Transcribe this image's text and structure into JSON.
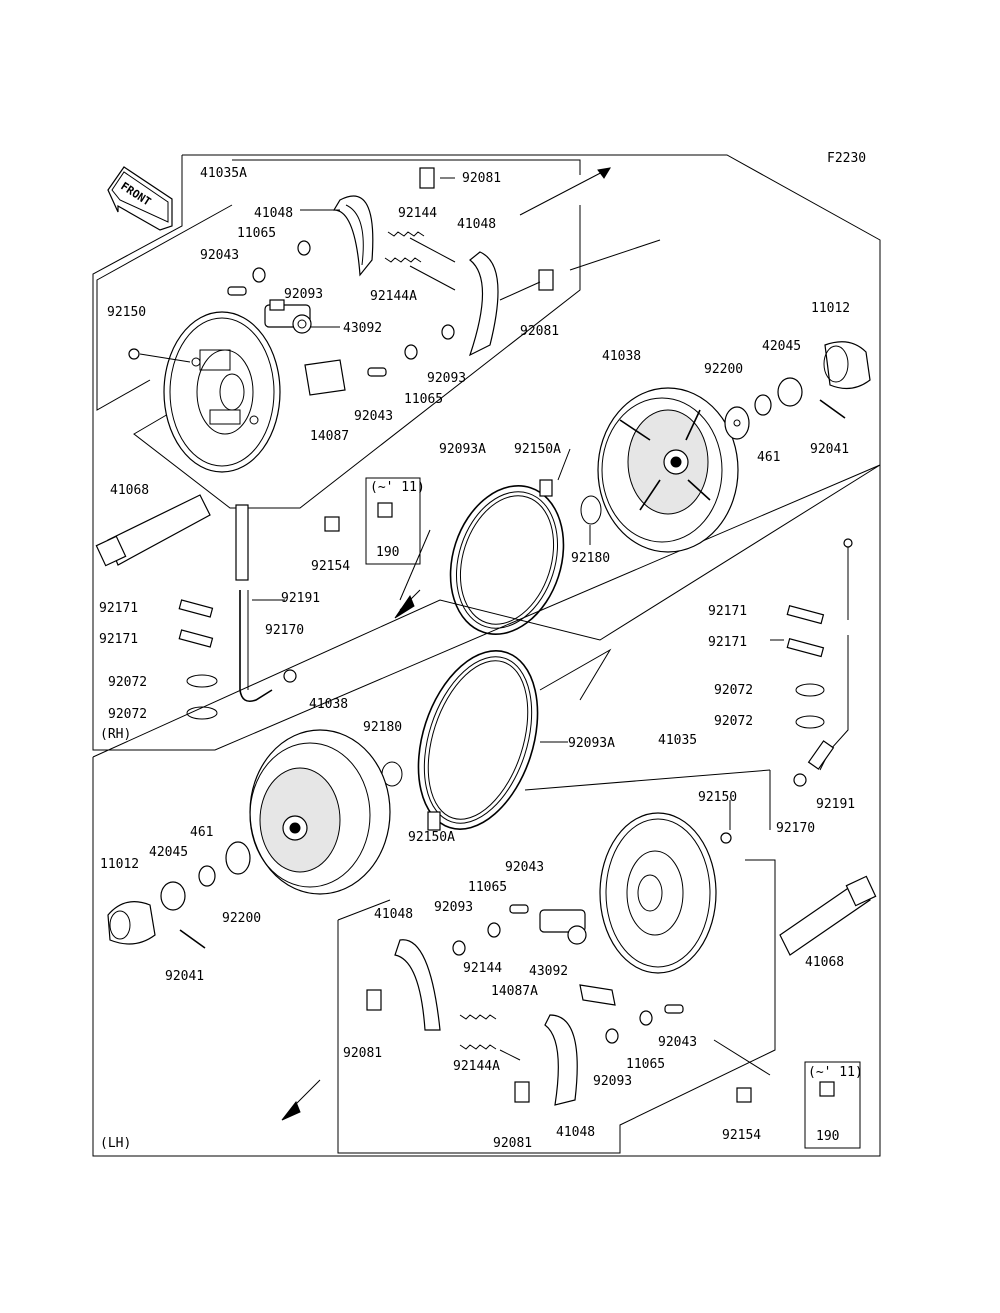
{
  "figure_code": "F2230",
  "front_badge": "FRONT",
  "groups": {
    "rh": "(RH)",
    "lh": "(LH)"
  },
  "rh": {
    "labels": [
      {
        "id": "r1",
        "text": "41035A"
      },
      {
        "id": "r2",
        "text": "92081"
      },
      {
        "id": "r3",
        "text": "41048"
      },
      {
        "id": "r4",
        "text": "92144"
      },
      {
        "id": "r5",
        "text": "41048"
      },
      {
        "id": "r6",
        "text": "11065"
      },
      {
        "id": "r7",
        "text": "92043"
      },
      {
        "id": "r8",
        "text": "92093"
      },
      {
        "id": "r9",
        "text": "92144A"
      },
      {
        "id": "r10",
        "text": "92081"
      },
      {
        "id": "r11",
        "text": "92150"
      },
      {
        "id": "r12",
        "text": "43092"
      },
      {
        "id": "r13",
        "text": "92093"
      },
      {
        "id": "r14",
        "text": "11065"
      },
      {
        "id": "r15",
        "text": "92043"
      },
      {
        "id": "r16",
        "text": "14087"
      },
      {
        "id": "r17",
        "text": "41068"
      },
      {
        "id": "r18",
        "text": "92154"
      },
      {
        "id": "r19",
        "text": "(~' 11)"
      },
      {
        "id": "r20",
        "text": "190"
      },
      {
        "id": "r21",
        "text": "92171"
      },
      {
        "id": "r22",
        "text": "92171"
      },
      {
        "id": "r23",
        "text": "92072"
      },
      {
        "id": "r24",
        "text": "92072"
      },
      {
        "id": "r25",
        "text": "92191"
      },
      {
        "id": "r26",
        "text": "92170"
      },
      {
        "id": "r27",
        "text": "92093A"
      },
      {
        "id": "r28",
        "text": "92150A"
      },
      {
        "id": "r29",
        "text": "92180"
      },
      {
        "id": "r30",
        "text": "41038"
      },
      {
        "id": "r31",
        "text": "92200"
      },
      {
        "id": "r32",
        "text": "461"
      },
      {
        "id": "r33",
        "text": "42045"
      },
      {
        "id": "r34",
        "text": "11012"
      },
      {
        "id": "r35",
        "text": "92041"
      }
    ]
  },
  "lh": {
    "labels": [
      {
        "id": "l1",
        "text": "92171"
      },
      {
        "id": "l2",
        "text": "92171"
      },
      {
        "id": "l3",
        "text": "92072"
      },
      {
        "id": "l4",
        "text": "92072"
      },
      {
        "id": "l5",
        "text": "41035"
      },
      {
        "id": "l6",
        "text": "92191"
      },
      {
        "id": "l7",
        "text": "92170"
      },
      {
        "id": "l8",
        "text": "41038"
      },
      {
        "id": "l9",
        "text": "92180"
      },
      {
        "id": "l10",
        "text": "92093A"
      },
      {
        "id": "l11",
        "text": "92150A"
      },
      {
        "id": "l12",
        "text": "461"
      },
      {
        "id": "l13",
        "text": "42045"
      },
      {
        "id": "l14",
        "text": "11012"
      },
      {
        "id": "l15",
        "text": "92200"
      },
      {
        "id": "l16",
        "text": "92041"
      },
      {
        "id": "l17",
        "text": "92150"
      },
      {
        "id": "l18",
        "text": "92043"
      },
      {
        "id": "l19",
        "text": "11065"
      },
      {
        "id": "l20",
        "text": "92093"
      },
      {
        "id": "l21",
        "text": "41048"
      },
      {
        "id": "l22",
        "text": "43092"
      },
      {
        "id": "l23",
        "text": "92144"
      },
      {
        "id": "l24",
        "text": "14087A"
      },
      {
        "id": "l25",
        "text": "92081"
      },
      {
        "id": "l26",
        "text": "92144A"
      },
      {
        "id": "l27",
        "text": "92093"
      },
      {
        "id": "l28",
        "text": "11065"
      },
      {
        "id": "l29",
        "text": "92043"
      },
      {
        "id": "l30",
        "text": "41068"
      },
      {
        "id": "l31",
        "text": "92154"
      },
      {
        "id": "l32",
        "text": "(~' 11)"
      },
      {
        "id": "l33",
        "text": "190"
      },
      {
        "id": "l34",
        "text": "92081"
      },
      {
        "id": "l35",
        "text": "41048"
      }
    ]
  }
}
